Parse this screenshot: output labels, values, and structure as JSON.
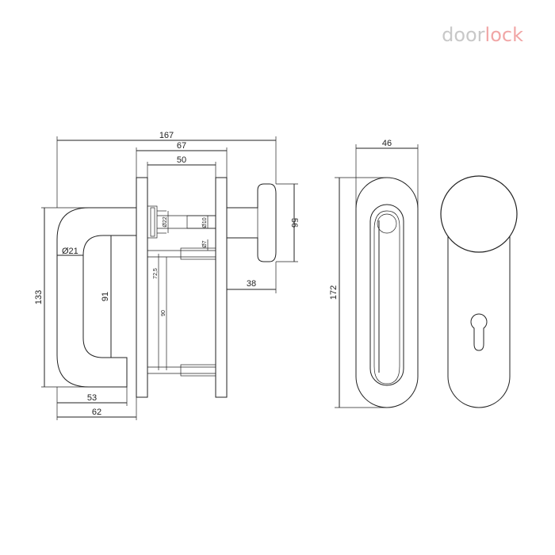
{
  "brand": {
    "part1": "door",
    "part2": "lock"
  },
  "colors": {
    "brand_gray": "#c8c8c8",
    "brand_pink": "#f1a6a6",
    "line": "#222222"
  },
  "dims": {
    "overall_width": "167",
    "rose_outer": "67",
    "rose_inner": "50",
    "knob_height": "56",
    "knob_projection": "38",
    "handle_height": "133",
    "grip_length": "91",
    "grip_diameter": "Ø21",
    "handle_depth_53": "53",
    "handle_depth_62": "62",
    "spindle_22": "Ø22",
    "spindle_10": "Ø10",
    "spindle_7": "Ø7",
    "center_72_5": "72,5",
    "center_90": "90",
    "plate_width": "46",
    "plate_height": "172"
  }
}
